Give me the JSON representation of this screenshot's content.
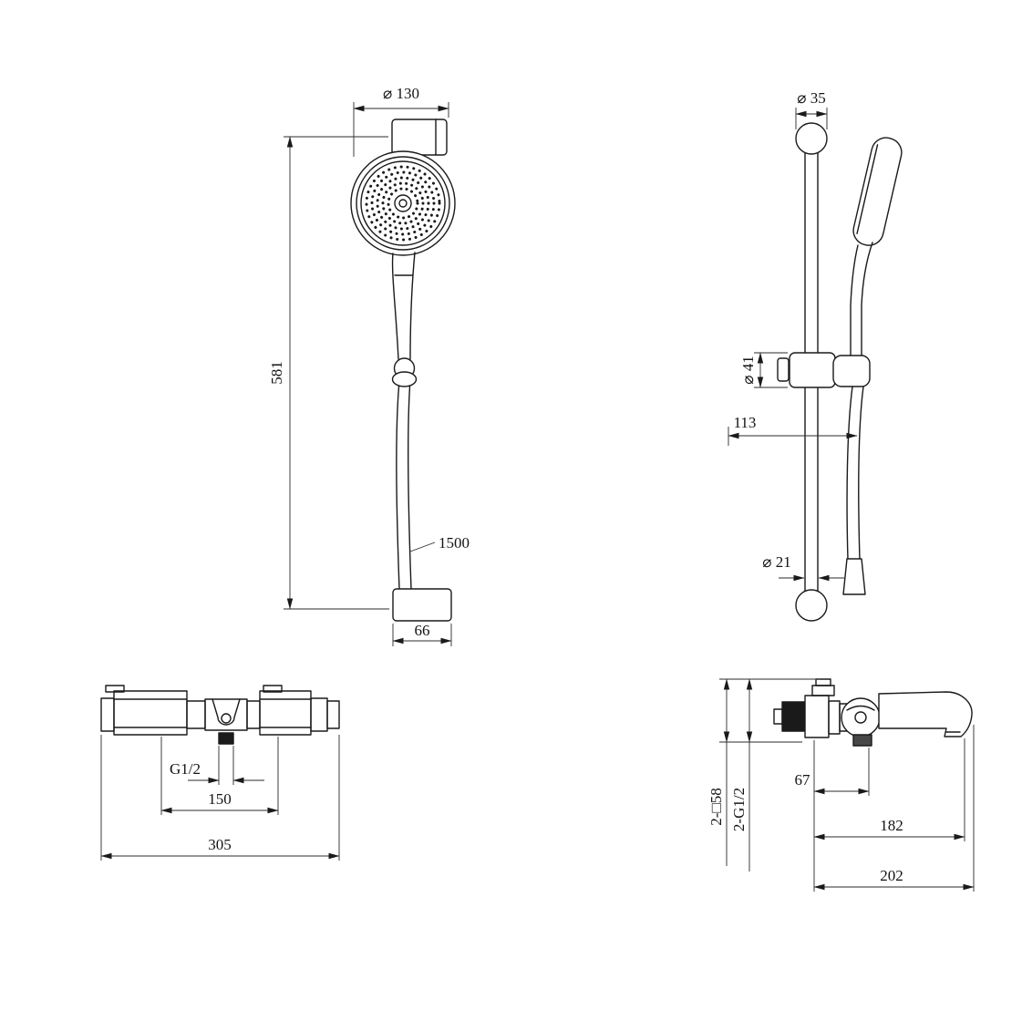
{
  "views": {
    "shower_front": {
      "dims": {
        "head_diameter": "⌀ 130",
        "rail_height": "581",
        "hose_length": "1500",
        "bottom_bracket_width": "66"
      }
    },
    "shower_side": {
      "dims": {
        "top_cap_diameter": "⌀ 35",
        "slider_diameter": "⌀ 41",
        "holder_offset": "113",
        "rail_diameter": "⌀ 21"
      }
    },
    "valve_front": {
      "dims": {
        "outlet_thread": "G1/2",
        "inlet_spacing": "150",
        "overall_width": "305"
      }
    },
    "valve_side": {
      "dims": {
        "escutcheon_square": "2-□58",
        "inlet_thread": "2-G1/2",
        "handle_offset": "67",
        "spout_reach": "182",
        "overall_depth": "202"
      }
    }
  }
}
